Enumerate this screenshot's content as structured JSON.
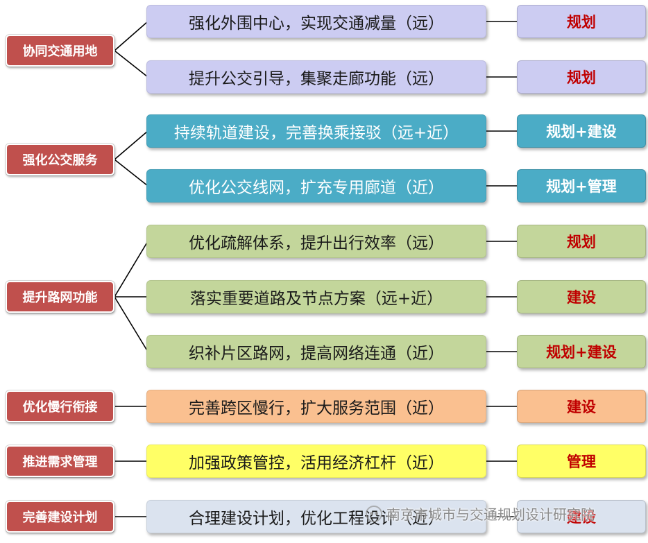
{
  "colors": {
    "category": "#c0504d",
    "lavender": "#ccccf2",
    "teal": "#4bacc6",
    "olive": "#c3d69b",
    "orange": "#fac090",
    "yellow": "#ffff66",
    "slate": "#dbe3ef",
    "tag_text_red": "#c00000"
  },
  "groups": [
    {
      "category": "协同交通用地",
      "rows": [
        {
          "measure": "强化外围中心，实现交通减量（远）",
          "tag": "规划"
        },
        {
          "measure": "提升公交引导，集聚走廊功能（远）",
          "tag": "规划"
        }
      ]
    },
    {
      "category": "强化公交服务",
      "rows": [
        {
          "measure": "持续轨道建设，完善换乘接驳（远+近）",
          "tag": "规划+建设"
        },
        {
          "measure": "优化公交线网，扩充专用廊道（近）",
          "tag": "规划+管理"
        }
      ]
    },
    {
      "category": "提升路网功能",
      "rows": [
        {
          "measure": "优化疏解体系，提升出行效率（远）",
          "tag": "规划"
        },
        {
          "measure": "落实重要道路及节点方案（远+近）",
          "tag": "建设"
        },
        {
          "measure": "织补片区路网，提高网络连通（近）",
          "tag": "规划+建设"
        }
      ]
    },
    {
      "category": "优化慢行衔接",
      "rows": [
        {
          "measure": "完善跨区慢行，扩大服务范围（近）",
          "tag": "建设"
        }
      ]
    },
    {
      "category": "推进需求管理",
      "rows": [
        {
          "measure": "加强政策管控，活用经济杠杆（近）",
          "tag": "管理"
        }
      ]
    },
    {
      "category": "完善建设计划",
      "rows": [
        {
          "measure": "合理建设计划，优化工程设计（近）",
          "tag": "建设"
        }
      ]
    }
  ],
  "watermark": "南京市城市与交通规划设计研究院"
}
